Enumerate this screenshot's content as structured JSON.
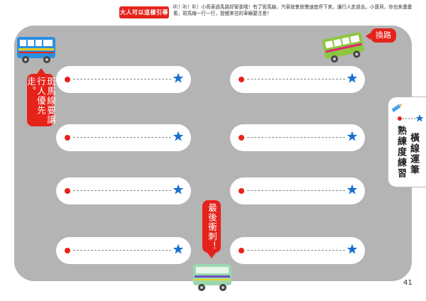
{
  "header": {
    "tag": "大人可以這樣引導",
    "intro_lines": [
      "叭！叭！叭！小鳥車過馬路好緊張哦！有了斑馬線，汽車就會放慢速度停下來，讓行人走過去。小寶貝，你也來畫畫",
      "看，斑馬線一行一行，提醒來往的車輛要注意！"
    ]
  },
  "callouts": {
    "left": "斑馬線要讓行人優先走。",
    "middle": "最後衝刺！",
    "top_right": "換路"
  },
  "side_tab": {
    "line1": "橫線運筆",
    "line2": "熟練度練習"
  },
  "lanes": [
    {
      "start": "red-dot",
      "end": "blue-star-icon"
    },
    {
      "start": "red-dot",
      "end": "blue-star-icon"
    },
    {
      "start": "red-dot",
      "end": "blue-star-icon"
    },
    {
      "start": "red-dot",
      "end": "blue-star-icon"
    },
    {
      "start": "red-dot",
      "end": "blue-star-icon"
    },
    {
      "start": "red-dot",
      "end": "blue-star-icon"
    },
    {
      "start": "red-dot",
      "end": "blue-star-icon"
    },
    {
      "start": "red-dot",
      "end": "blue-star-icon"
    }
  ],
  "page_number": "41",
  "colors": {
    "road": "#b4b4b4",
    "accent_red": "#e5231b",
    "star_blue": "#1a6fd1",
    "bus_blue": "#2a8fe0",
    "bus_green": "#8dc63f",
    "bus_mint": "#9bd8b0"
  }
}
